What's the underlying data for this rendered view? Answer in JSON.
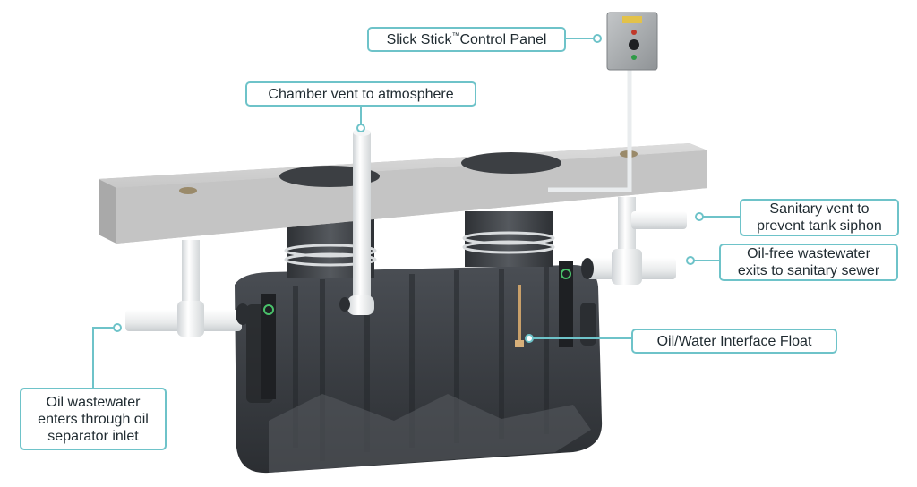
{
  "labels": {
    "control_panel": "Slick Stick",
    "control_panel_tm": "™",
    "control_panel_rest": "Control Panel",
    "chamber_vent": "Chamber vent to atmosphere",
    "sanitary_vent_line1": "Sanitary vent to",
    "sanitary_vent_line2": "prevent tank siphon",
    "oil_free_line1": "Oil-free wastewater",
    "oil_free_line2": "exits to sanitary sewer",
    "interface_float": "Oil/Water Interface Float",
    "oil_inlet_line1": "Oil wastewater",
    "oil_inlet_line2": "enters through oil",
    "oil_inlet_line3": "separator inlet"
  },
  "colors": {
    "callout_border": "#6ec3c9",
    "tank_body": "#3a3d42",
    "concrete_slab": "#cfcfcf",
    "pipe": "#eef0f1",
    "control_panel_box": "#a9adaf"
  }
}
